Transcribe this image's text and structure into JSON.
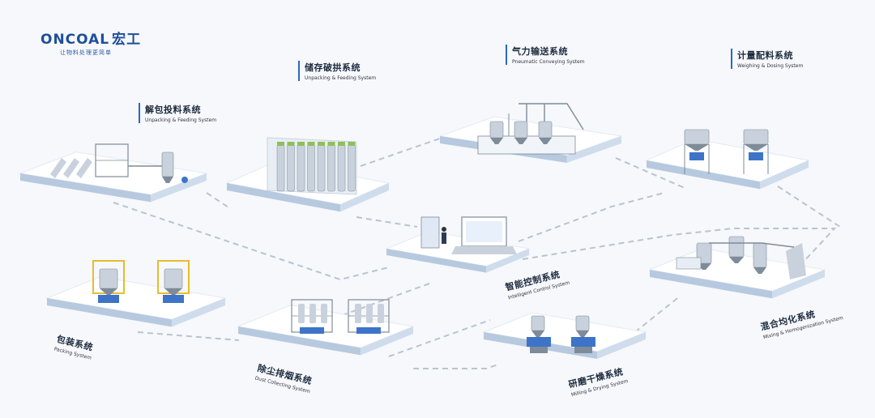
{
  "brand": {
    "name_en": "ONCOAL",
    "name_cn": "宏工",
    "tagline": "让物料处理更简单"
  },
  "systems": [
    {
      "id": "unpacking-feeding",
      "zh": "解包投料系统",
      "en": "Unpacking & Feeding System"
    },
    {
      "id": "storage-crushing",
      "zh": "储存破拱系统",
      "en": "Unpacking & Feeding System"
    },
    {
      "id": "pneumatic-conveying",
      "zh": "气力输送系统",
      "en": "Pneumatic Conveying System"
    },
    {
      "id": "weighing-dosing",
      "zh": "计量配料系统",
      "en": "Weighing & Dosing System"
    },
    {
      "id": "intelligent-control",
      "zh": "智能控制系统",
      "en": "Intelligent Control System"
    },
    {
      "id": "mixing-homogenization",
      "zh": "混合均化系统",
      "en": "Mixing & Homogenization System"
    },
    {
      "id": "packing",
      "zh": "包装系统",
      "en": "Packing System"
    },
    {
      "id": "dust-collecting",
      "zh": "除尘排烟系统",
      "en": "Dust Collecting System"
    },
    {
      "id": "milling-drying",
      "zh": "研磨干燥系统",
      "en": "Milling & Drying System"
    }
  ],
  "colors": {
    "accent": "#2d67c2",
    "platform_top": "#ffffff",
    "platform_side": "#cfdcec",
    "platform_front": "#b7c9df",
    "connector": "#b9c4d2",
    "equipment": "#c9d2dc",
    "equipment_dark": "#7e8b99",
    "equipment_blue": "#3d74c7",
    "equipment_yellow": "#e6bd2d"
  }
}
